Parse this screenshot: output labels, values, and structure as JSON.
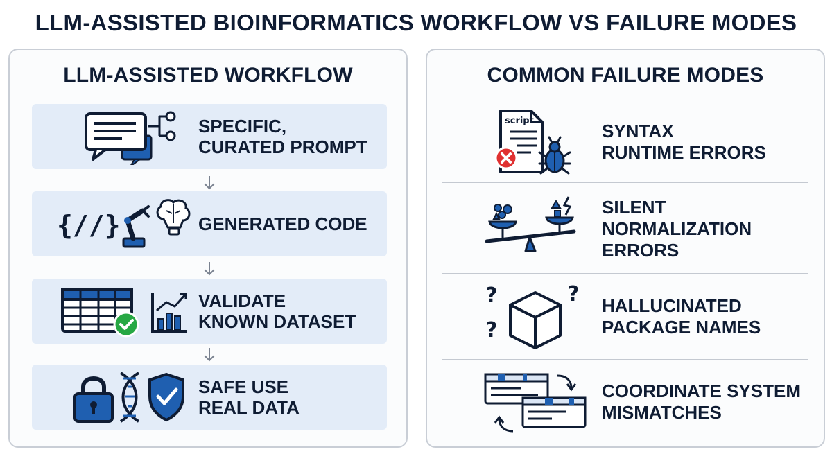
{
  "title": "LLM-ASSISTED BIOINFORMATICS WORKFLOW VS FAILURE MODES",
  "workflow": {
    "heading": "LLM-ASSISTED WORKFLOW",
    "steps": [
      {
        "line1": "SPECIFIC,",
        "line2": "CURATED PROMPT",
        "icon": "chat-prompt-icon"
      },
      {
        "line1": "GENERATED CODE",
        "line2": "",
        "icon": "code-robot-brain-icon"
      },
      {
        "line1": "VALIDATE",
        "line2": "KNOWN DATASET",
        "icon": "table-chart-check-icon"
      },
      {
        "line1": "SAFE USE",
        "line2": "REAL DATA",
        "icon": "lock-dna-shield-icon"
      }
    ]
  },
  "failures": {
    "heading": "COMMON FAILURE MODES",
    "items": [
      {
        "line1": "SYNTAX",
        "line2": "RUNTIME ERRORS",
        "line3": "",
        "icon": "script-bug-icon",
        "icon_text": "script"
      },
      {
        "line1": "SILENT",
        "line2": "NORMALIZATION",
        "line3": "ERRORS",
        "icon": "unbalanced-scale-icon"
      },
      {
        "line1": "HALLUCINATED",
        "line2": "PACKAGE NAMES",
        "line3": "",
        "icon": "question-cube-icon",
        "icon_text": "?"
      },
      {
        "line1": "COORDINATE SYSTEM",
        "line2": "MISMATCHES",
        "line3": "",
        "icon": "mismatched-tracks-icon"
      }
    ]
  },
  "colors": {
    "navy": "#0f1c33",
    "blue": "#1f5fb0",
    "light_blue": "#e3ecf8",
    "green": "#27a844",
    "red": "#e03131"
  }
}
